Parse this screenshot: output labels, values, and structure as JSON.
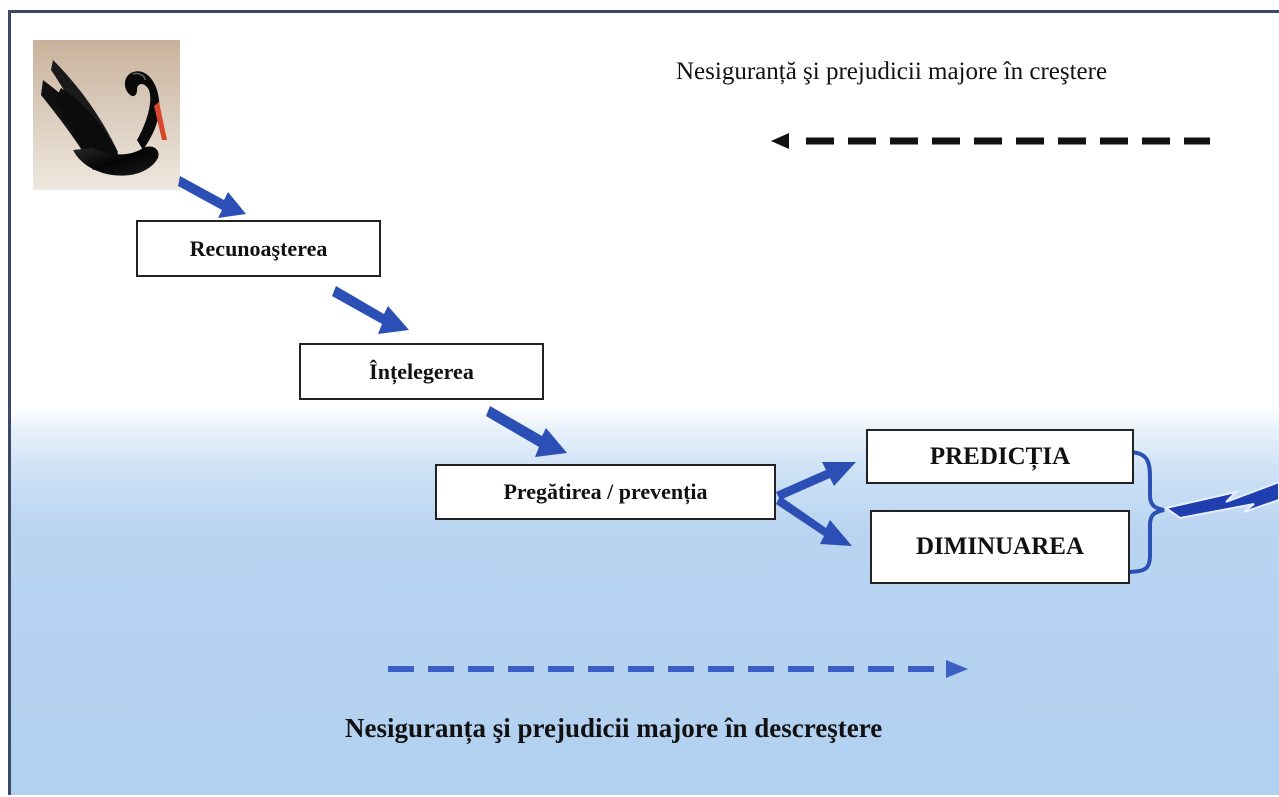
{
  "top_caption": "Nesiguranță şi prejudicii majore în creştere",
  "bottom_caption": "Nesiguranța şi prejudicii majore în descreştere",
  "steps": {
    "recognition": "Recunoaşterea",
    "understanding": "Înțelegerea",
    "preparation": "Pregătirea / prevenția",
    "prediction": "PREDICȚIA",
    "mitigation": "DIMINUAREA"
  },
  "icons": {
    "swan": "black-swan-image",
    "lightning": "lightning-bolt-icon"
  },
  "colors": {
    "arrow_blue": "#2c4fb5",
    "dashed_bottom": "#3b5fc4",
    "dashed_top": "#111111",
    "background_bottom": "#b1d0f0",
    "lightning": "#1f3fb0"
  }
}
